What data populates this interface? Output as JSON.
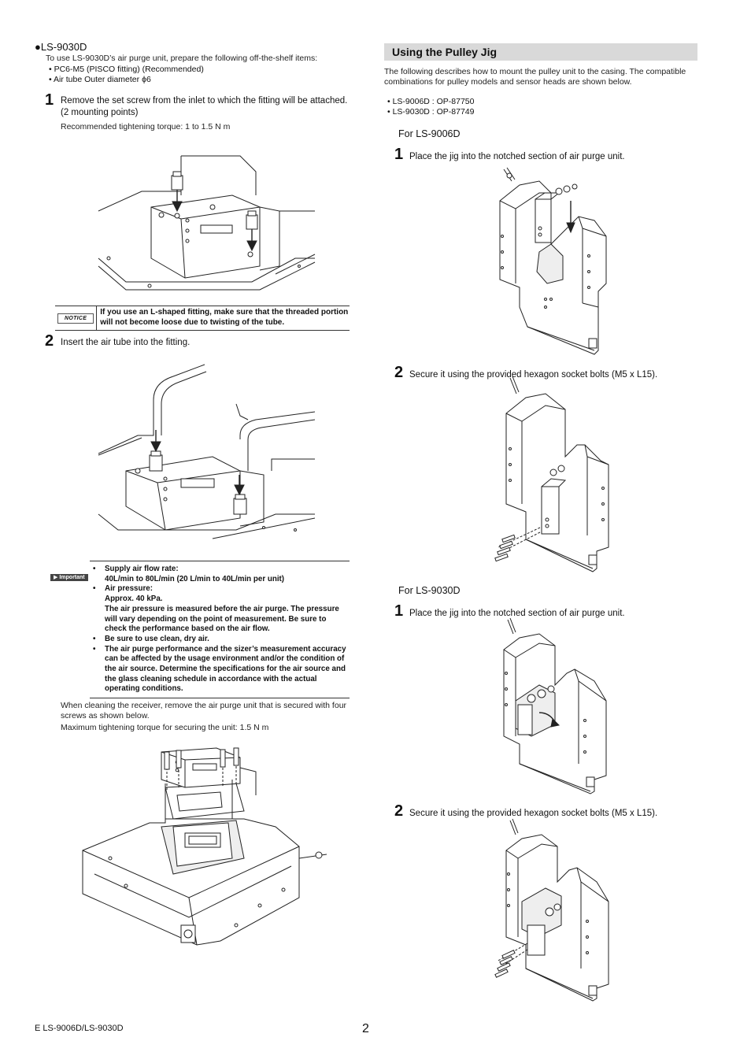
{
  "left": {
    "heading": "LS-9030D",
    "intro": "To use LS-9030D’s air purge unit, prepare the following off-the-shelf items:",
    "items": [
      "PC6-M5 (PISCO fitting) (Recommended)",
      "Air tube  Outer diameter ϕ6"
    ],
    "step1": {
      "num": "1",
      "text": "Remove the set screw from the inlet to which the fitting will be attached. (2 mounting points)",
      "torque": "Recommended tightening torque: 1 to 1.5 N  m"
    },
    "notice": {
      "label": "NOTICE",
      "text": "If you use an L-shaped fitting, make sure that the threaded portion will not become loose due to twisting of the tube."
    },
    "step2": {
      "num": "2",
      "text": "Insert the air tube into the fitting."
    },
    "important": {
      "label": "Important",
      "items": [
        "Supply air flow rate:",
        "40L/min to 80L/min (20 L/min to 40L/min per unit)",
        "Air pressure:",
        "Approx. 40 kPa.",
        "The air pressure is measured before the air purge. The pressure will vary depending on the point of measurement. Be sure to check the performance based on the air flow.",
        "Be sure to use clean, dry air.",
        "The air purge performance and the sizer’s measurement accuracy can be affected by the usage environment and/or the condition of the air source. Determine the specifications for the air source and the glass cleaning schedule in accordance with the actual operating conditions."
      ]
    },
    "cleaning_text": "When cleaning the receiver, remove the air purge unit that is secured with four screws as shown below.",
    "max_torque": "Maximum tightening torque for securing the unit: 1.5 N  m"
  },
  "right": {
    "section_title": "Using the Pulley Jig",
    "intro": "The following describes how to mount the pulley unit to the casing. The compatible combinations for pulley models and sensor heads are shown below.",
    "combos": [
      "LS-9006D : OP-87750",
      "LS-9030D : OP-87749"
    ],
    "ls9006": {
      "heading": "For LS-9006D",
      "step1_num": "1",
      "step1_text": "Place the jig into the notched section of air purge unit.",
      "step2_num": "2",
      "step2_text": "Secure it using the provided hexagon socket bolts (M5 x L15)."
    },
    "ls9030": {
      "heading": "For LS-9030D",
      "step1_num": "1",
      "step1_text": "Place the jig into the notched section of air purge unit.",
      "step2_num": "2",
      "step2_text": "Secure it using the provided hexagon socket bolts (M5 x L15)."
    }
  },
  "footer": {
    "doc_code": "E LS-9006D/LS-9030D",
    "page": "2"
  }
}
